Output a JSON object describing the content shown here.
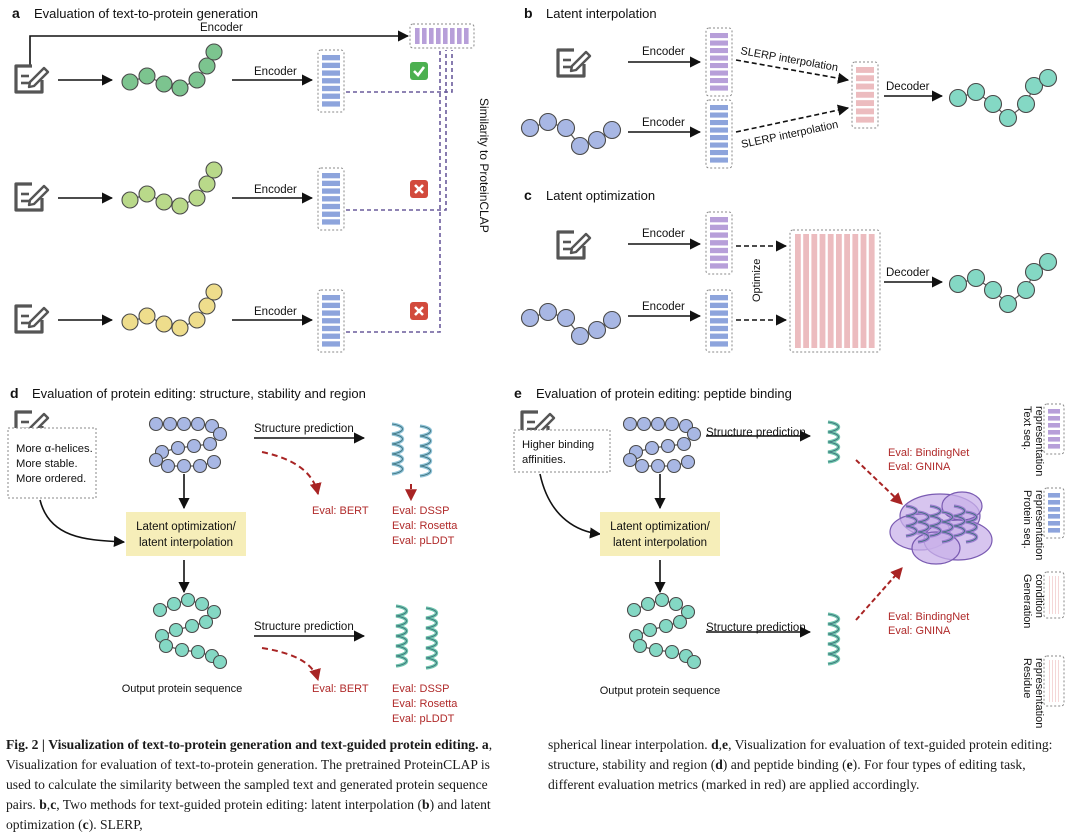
{
  "panels": {
    "a": {
      "letter": "a",
      "title": "Evaluation of text-to-protein generation",
      "encoder_top": "Encoder",
      "encoder": "Encoder",
      "similarity_label": "Similarity to ProteinCLAP"
    },
    "b": {
      "letter": "b",
      "title": "Latent interpolation",
      "encoder": "Encoder",
      "slerp": "SLERP interpolation",
      "decoder": "Decoder"
    },
    "c": {
      "letter": "c",
      "title": "Latent optimization",
      "encoder": "Encoder",
      "optimize": "Optimize",
      "decoder": "Decoder"
    },
    "d": {
      "letter": "d",
      "title": "Evaluation of protein editing: structure, stability and region",
      "prompt_lines": [
        "More α-helices.",
        "More stable.",
        "More ordered."
      ],
      "latent_box_lines": [
        "Latent optimization/",
        "latent interpolation"
      ],
      "structure_prediction": "Structure prediction",
      "eval_bert": "Eval: BERT",
      "eval_struct": [
        "Eval: DSSP",
        "Eval: Rosetta",
        "Eval: pLDDT"
      ],
      "output_label": "Output protein sequence"
    },
    "e": {
      "letter": "e",
      "title": "Evaluation of protein editing: peptide binding",
      "prompt_lines": [
        "Higher binding",
        "affinities."
      ],
      "latent_box_lines": [
        "Latent optimization/",
        "latent interpolation"
      ],
      "structure_prediction": "Structure prediction",
      "eval_bind": [
        "Eval: BindingNet",
        "Eval: GNINA"
      ],
      "output_label": "Output protein sequence"
    }
  },
  "legend": [
    {
      "lines": [
        "Text seq.",
        "representation"
      ],
      "color": "#b79fd9"
    },
    {
      "lines": [
        "Protein seq.",
        "representation"
      ],
      "color": "#8da4dc"
    },
    {
      "lines": [
        "Generation",
        "condition"
      ],
      "color": "#ecbcbf"
    },
    {
      "lines": [
        "Residue",
        "representation"
      ],
      "color": "#ecbcbf"
    }
  ],
  "colors": {
    "text_rep": "#b79fd9",
    "protein_rep": "#8da4dc",
    "residue": "#ecbcbf",
    "green_protein": "#7cc48f",
    "lightgreen_protein": "#b9d98a",
    "yellow_protein": "#eedd8c",
    "teal_protein": "#84d8c4",
    "blue_protein": "#a8b7e4",
    "eval_red": "#b02a2a",
    "latent_box": "#f6eeb9",
    "check": "#4cb050",
    "cross": "#d24a3c"
  },
  "caption": {
    "fig_label": "Fig. 2 |",
    "fig_title": "Visualization of text-to-protein generation and text-guided protein editing.",
    "left": [
      {
        "b": "a"
      },
      {
        "t": ", Visualization for evaluation of text-to-protein generation. The pretrained ProteinCLAP is used to calculate the similarity between the sampled text and generated protein sequence pairs. "
      },
      {
        "b": "b"
      },
      {
        "t": ","
      },
      {
        "b": "c"
      },
      {
        "t": ", Two methods for text-guided protein editing: latent interpolation ("
      },
      {
        "b": "b"
      },
      {
        "t": ") and latent optimization ("
      },
      {
        "b": "c"
      },
      {
        "t": "). SLERP,"
      }
    ],
    "right": [
      {
        "t": "spherical linear interpolation. "
      },
      {
        "b": "d"
      },
      {
        "t": ","
      },
      {
        "b": "e"
      },
      {
        "t": ", Visualization for evaluation of text-guided protein editing: structure, stability and region ("
      },
      {
        "b": "d"
      },
      {
        "t": ") and peptide binding ("
      },
      {
        "b": "e"
      },
      {
        "t": "). For four types of editing task, different evaluation metrics (marked in red) are applied accordingly."
      }
    ]
  }
}
